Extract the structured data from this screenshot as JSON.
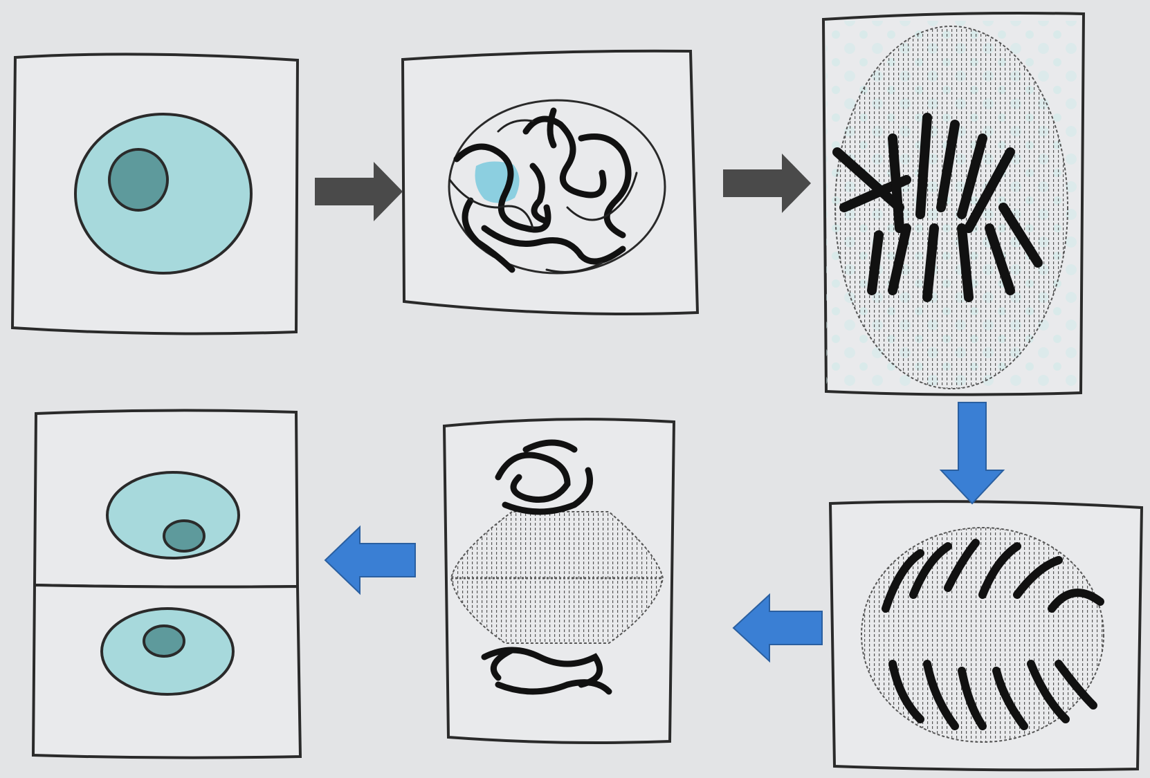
{
  "diagram": {
    "subject": "",
    "colors": {
      "background": "#e3e4e6",
      "panel_fill": "#e9eaec",
      "outline": "#2a2a2a",
      "cytoplasm": "#a7d9dc",
      "nucleolus": "#5e9a9c",
      "chromosome": "#111111",
      "spindle": "#555555",
      "gray_arrow": "#4a4a4a",
      "blue_arrow": "#3a7fd4"
    },
    "panels": [
      {
        "id": "interphase",
        "icon": "interphase-cell-icon"
      },
      {
        "id": "prophase",
        "icon": "prophase-cell-icon"
      },
      {
        "id": "metaphase",
        "icon": "metaphase-cell-icon"
      },
      {
        "id": "anaphase",
        "icon": "anaphase-cell-icon"
      },
      {
        "id": "telophase",
        "icon": "telophase-cell-icon"
      },
      {
        "id": "cytokinesis",
        "icon": "daughter-cells-icon"
      }
    ],
    "arrows": [
      {
        "from": "interphase",
        "to": "prophase",
        "color": "gray"
      },
      {
        "from": "prophase",
        "to": "metaphase",
        "color": "gray"
      },
      {
        "from": "metaphase",
        "to": "anaphase",
        "color": "blue"
      },
      {
        "from": "anaphase",
        "to": "telophase",
        "color": "blue"
      },
      {
        "from": "telophase",
        "to": "cytokinesis",
        "color": "blue"
      }
    ]
  }
}
